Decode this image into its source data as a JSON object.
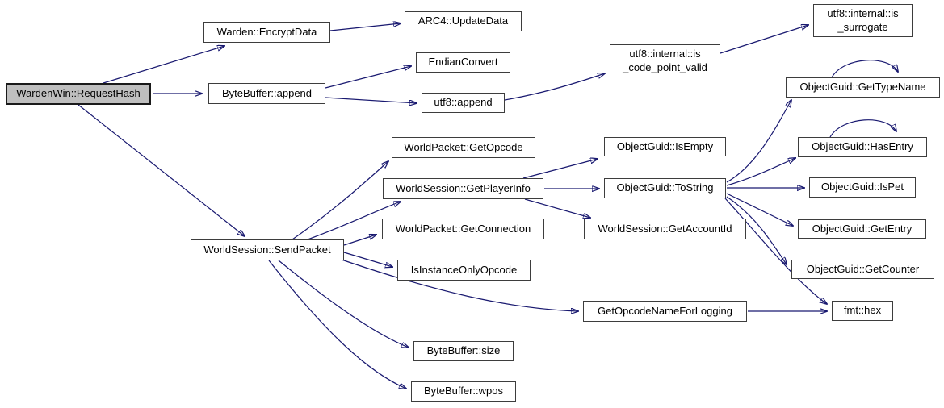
{
  "diagram": {
    "background": "#ffffff",
    "edge_color": "#191970",
    "node_border_color": "#3d3d3d",
    "node_fill": "#ffffff",
    "root_node_fill": "#bfbfbf",
    "text_color": "#000000"
  },
  "nodes": [
    {
      "id": "requesthash",
      "label": "WardenWin::RequestHash",
      "root": true
    },
    {
      "id": "encryptdata",
      "label": "Warden::EncryptData"
    },
    {
      "id": "arc4updatedata",
      "label": "ARC4::UpdateData"
    },
    {
      "id": "bytebufferappend",
      "label": "ByteBuffer::append"
    },
    {
      "id": "endianconvert",
      "label": "EndianConvert"
    },
    {
      "id": "utf8append",
      "label": "utf8::append"
    },
    {
      "id": "iscodepointvalid",
      "label": "utf8::internal::is\n_code_point_valid"
    },
    {
      "id": "issurrogate",
      "label": "utf8::internal::is\n_surrogate"
    },
    {
      "id": "gettypename",
      "label": "ObjectGuid::GetTypeName"
    },
    {
      "id": "getopcode",
      "label": "WorldPacket::GetOpcode"
    },
    {
      "id": "getplayerinfo",
      "label": "WorldSession::GetPlayerInfo"
    },
    {
      "id": "isempty",
      "label": "ObjectGuid::IsEmpty"
    },
    {
      "id": "tostring",
      "label": "ObjectGuid::ToString"
    },
    {
      "id": "hasentry",
      "label": "ObjectGuid::HasEntry"
    },
    {
      "id": "ispet",
      "label": "ObjectGuid::IsPet"
    },
    {
      "id": "getentry",
      "label": "ObjectGuid::GetEntry"
    },
    {
      "id": "getcounter",
      "label": "ObjectGuid::GetCounter"
    },
    {
      "id": "getaccountid",
      "label": "WorldSession::GetAccountId"
    },
    {
      "id": "getconnection",
      "label": "WorldPacket::GetConnection"
    },
    {
      "id": "sendpacket",
      "label": "WorldSession::SendPacket"
    },
    {
      "id": "isinstanceonlyopcode",
      "label": "IsInstanceOnlyOpcode"
    },
    {
      "id": "getopcodenameforlogging",
      "label": "GetOpcodeNameForLogging"
    },
    {
      "id": "fmthex",
      "label": "fmt::hex"
    },
    {
      "id": "bytebuffersize",
      "label": "ByteBuffer::size"
    },
    {
      "id": "bytebufferwpos",
      "label": "ByteBuffer::wpos"
    }
  ],
  "edges": [
    {
      "from": "requesthash",
      "to": "encryptdata"
    },
    {
      "from": "requesthash",
      "to": "bytebufferappend"
    },
    {
      "from": "requesthash",
      "to": "sendpacket"
    },
    {
      "from": "encryptdata",
      "to": "arc4updatedata"
    },
    {
      "from": "bytebufferappend",
      "to": "endianconvert"
    },
    {
      "from": "bytebufferappend",
      "to": "utf8append"
    },
    {
      "from": "utf8append",
      "to": "iscodepointvalid"
    },
    {
      "from": "iscodepointvalid",
      "to": "issurrogate"
    },
    {
      "from": "sendpacket",
      "to": "getopcode"
    },
    {
      "from": "sendpacket",
      "to": "getplayerinfo"
    },
    {
      "from": "sendpacket",
      "to": "getconnection"
    },
    {
      "from": "sendpacket",
      "to": "isinstanceonlyopcode"
    },
    {
      "from": "sendpacket",
      "to": "getopcodenameforlogging"
    },
    {
      "from": "sendpacket",
      "to": "bytebuffersize"
    },
    {
      "from": "sendpacket",
      "to": "bytebufferwpos"
    },
    {
      "from": "getplayerinfo",
      "to": "isempty"
    },
    {
      "from": "getplayerinfo",
      "to": "tostring"
    },
    {
      "from": "getplayerinfo",
      "to": "getaccountid"
    },
    {
      "from": "tostring",
      "to": "gettypename"
    },
    {
      "from": "tostring",
      "to": "hasentry"
    },
    {
      "from": "tostring",
      "to": "ispet"
    },
    {
      "from": "tostring",
      "to": "getentry"
    },
    {
      "from": "tostring",
      "to": "getcounter"
    },
    {
      "from": "tostring",
      "to": "fmthex"
    },
    {
      "from": "getopcodenameforlogging",
      "to": "fmthex"
    },
    {
      "from": "gettypename",
      "to": "gettypename"
    },
    {
      "from": "hasentry",
      "to": "hasentry"
    }
  ]
}
